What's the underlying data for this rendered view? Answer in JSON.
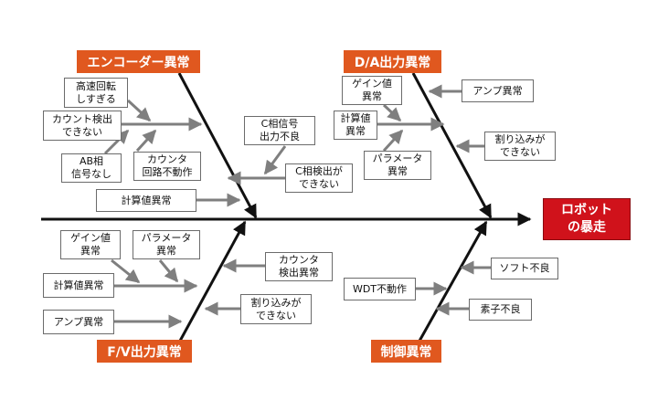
{
  "effect": {
    "line1": "ロボット",
    "line2": "の暴走"
  },
  "categories": {
    "encoder": "エンコーダー異常",
    "da": "D/A出力異常",
    "fv": "F/V出力異常",
    "control": "制御異常"
  },
  "causes": {
    "encoder": {
      "high_speed": [
        "高速回転",
        "しすぎる"
      ],
      "count_detect": [
        "カウント検出",
        "できない"
      ],
      "ab_phase": [
        "AB相",
        "信号なし"
      ],
      "counter_circuit": [
        "カウンタ",
        "回路不動作"
      ],
      "c_phase_signal": [
        "C相信号",
        "出力不良"
      ],
      "c_phase_detect": [
        "C相検出が",
        "できない"
      ],
      "calc_value": [
        "計算値異常"
      ]
    },
    "da": {
      "gain": [
        "ゲイン値",
        "異常"
      ],
      "calc": [
        "計算値",
        "異常"
      ],
      "param": [
        "パラメータ",
        "異常"
      ],
      "amp": [
        "アンプ異常"
      ],
      "interrupt": [
        "割り込みが",
        "できない"
      ]
    },
    "fv": {
      "gain": [
        "ゲイン値",
        "異常"
      ],
      "param": [
        "パラメータ",
        "異常"
      ],
      "calc": [
        "計算値異常"
      ],
      "amp": [
        "アンプ異常"
      ],
      "counter": [
        "カウンタ",
        "検出異常"
      ],
      "interrupt": [
        "割り込みが",
        "できない"
      ]
    },
    "control": {
      "wdt": [
        "WDT不動作"
      ],
      "software": [
        "ソフト不良"
      ],
      "element": [
        "素子不良"
      ]
    }
  },
  "colors": {
    "category": "#e0581f",
    "effect": "#d0121b",
    "arrow": "#7f7f7f",
    "spine": "#111111"
  }
}
